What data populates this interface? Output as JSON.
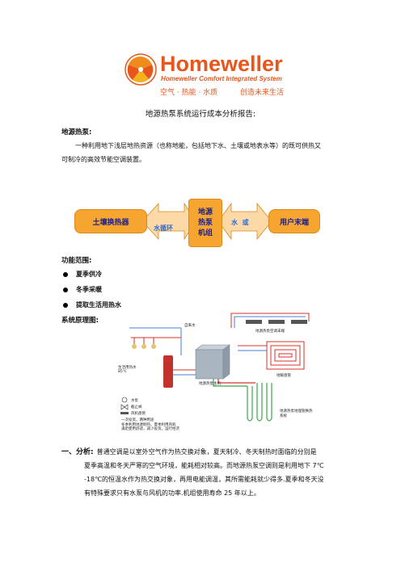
{
  "logo": {
    "brand": "Homeweller",
    "tagline": "Homeweller Comfort Integrated System",
    "slogan_left": "空气 · 热能 · 水质",
    "slogan_right": "创造未来生活"
  },
  "title": "地源热泵系统运行成本分析报告:",
  "section1": {
    "heading": "地源热泵:",
    "line1": "一种利用地下浅层地热资源（也称地能，包括地下水、土壤或地表水等）的既可供热又",
    "line2": "可制冷的高效节能空调装置。"
  },
  "flow": {
    "left_box": "土壤换热器",
    "left_arrow_label": "水循环",
    "center_box_line1": "地源",
    "center_box_line2": "热泵",
    "center_box_line3": "机组",
    "right_arrow_label": "水  或",
    "right_box": "用户末端"
  },
  "features": {
    "heading": "功能范围:",
    "items": [
      "夏季供冷",
      "冬季采暖",
      "提取生活用热水"
    ]
  },
  "schematic": {
    "heading": "系统原理图:",
    "labels": {
      "hot_water": "自来水",
      "tank": "生活用热水85℃",
      "unit": "地源热泵主机",
      "fancoil": "地源热泵空调末端",
      "floor": "地暖盘管",
      "ground_loop": "地源热泵地埋管换热系统",
      "legend_pump": "水泵",
      "legend_valve": "截止阀",
      "legend_fan": "风机盘管",
      "legend_note1": "一次投资，两种用途",
      "legend_note2": "冬季利用地源制热，夏季利用风机",
      "legend_note3": "满足使用舒适，减少投资，运行经济"
    }
  },
  "analysis": {
    "number": "一、",
    "label": "分析:",
    "line1": "普通空调是以室外空气作为热交换对象，夏天制冷、冬天制热时面临的分别是",
    "line2": "夏季高温和冬天严寒的空气环境，能耗相对较高。而地源热泵空调则是利用地下 7℃",
    "line3": "-18℃的恒温水作为热交换对象，再用电能调温，其所需能耗就少得多.夏季和冬天没",
    "line4": "有特殊要求只有水泵与风机的功率.机组使用寿命 25 年以上。"
  },
  "colors": {
    "brand": "#e8561c",
    "box_fill": "#f7a531",
    "arrow_fill": "#fcd9a6",
    "box_text": "#1b1f8a",
    "pipe_red": "#d9312b",
    "pipe_green": "#3aa64a",
    "pipe_blue": "#4a7fd6"
  }
}
